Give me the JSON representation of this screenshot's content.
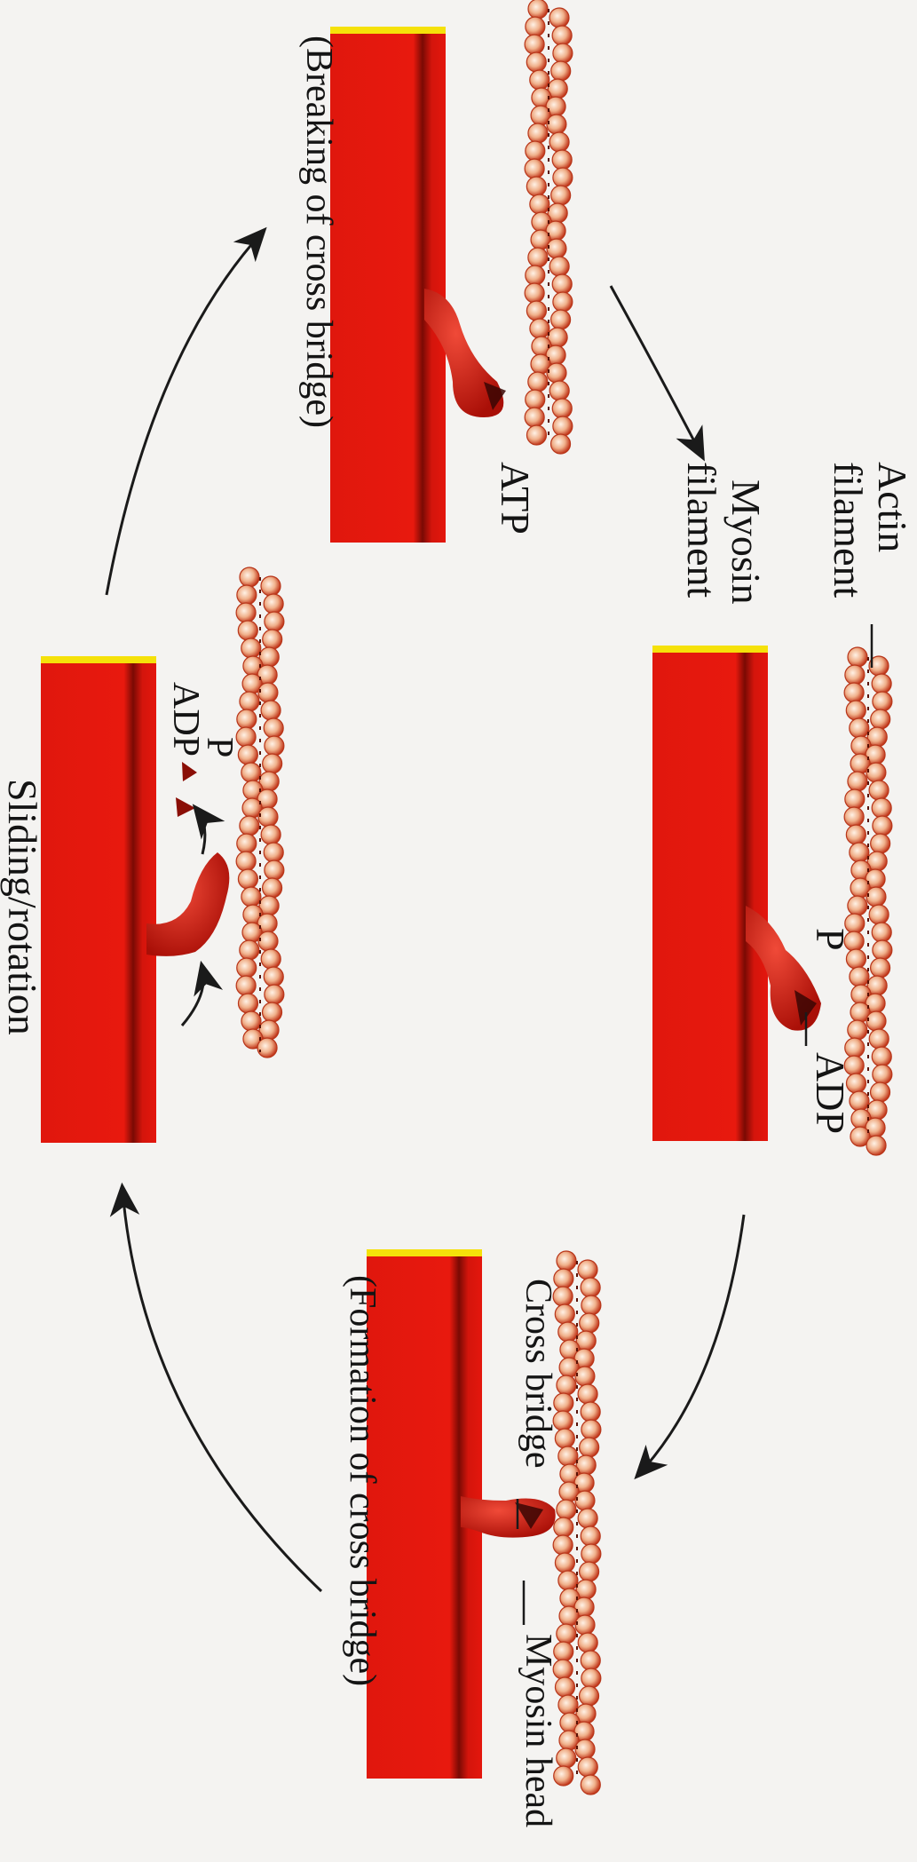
{
  "colors": {
    "muscle_red": "#e4160d",
    "muscle_dark": "#7a0a04",
    "rim_yellow": "#f5e10a",
    "actin_bead": "#f0b08a",
    "actin_edge": "#b8361a",
    "actin_core": "#5a1206",
    "arrow": "#1a1a1a",
    "background": "#f4f3f1"
  },
  "labels": {
    "actin_filament": [
      "Actin",
      "filament"
    ],
    "myosin_filament": [
      "Myosin",
      "filament"
    ],
    "p_adp_top_p": "P",
    "p_adp_top_adp": "ADP",
    "atp": "ATP",
    "breaking": "(Breaking of cross bridge)",
    "cross_bridge": "Cross bridge",
    "myosin_head": "Myosin head",
    "formation": "(Formation of cross bridge)",
    "sliding": "Sliding/rotation",
    "left_p": "P",
    "left_adp": "ADP"
  },
  "stages": [
    {
      "id": "resting",
      "caption": "P–ADP"
    },
    {
      "id": "formation",
      "caption": "(Formation of cross bridge)"
    },
    {
      "id": "sliding",
      "caption": "Sliding/rotation"
    },
    {
      "id": "breaking",
      "caption": "(Breaking of cross bridge)"
    }
  ]
}
